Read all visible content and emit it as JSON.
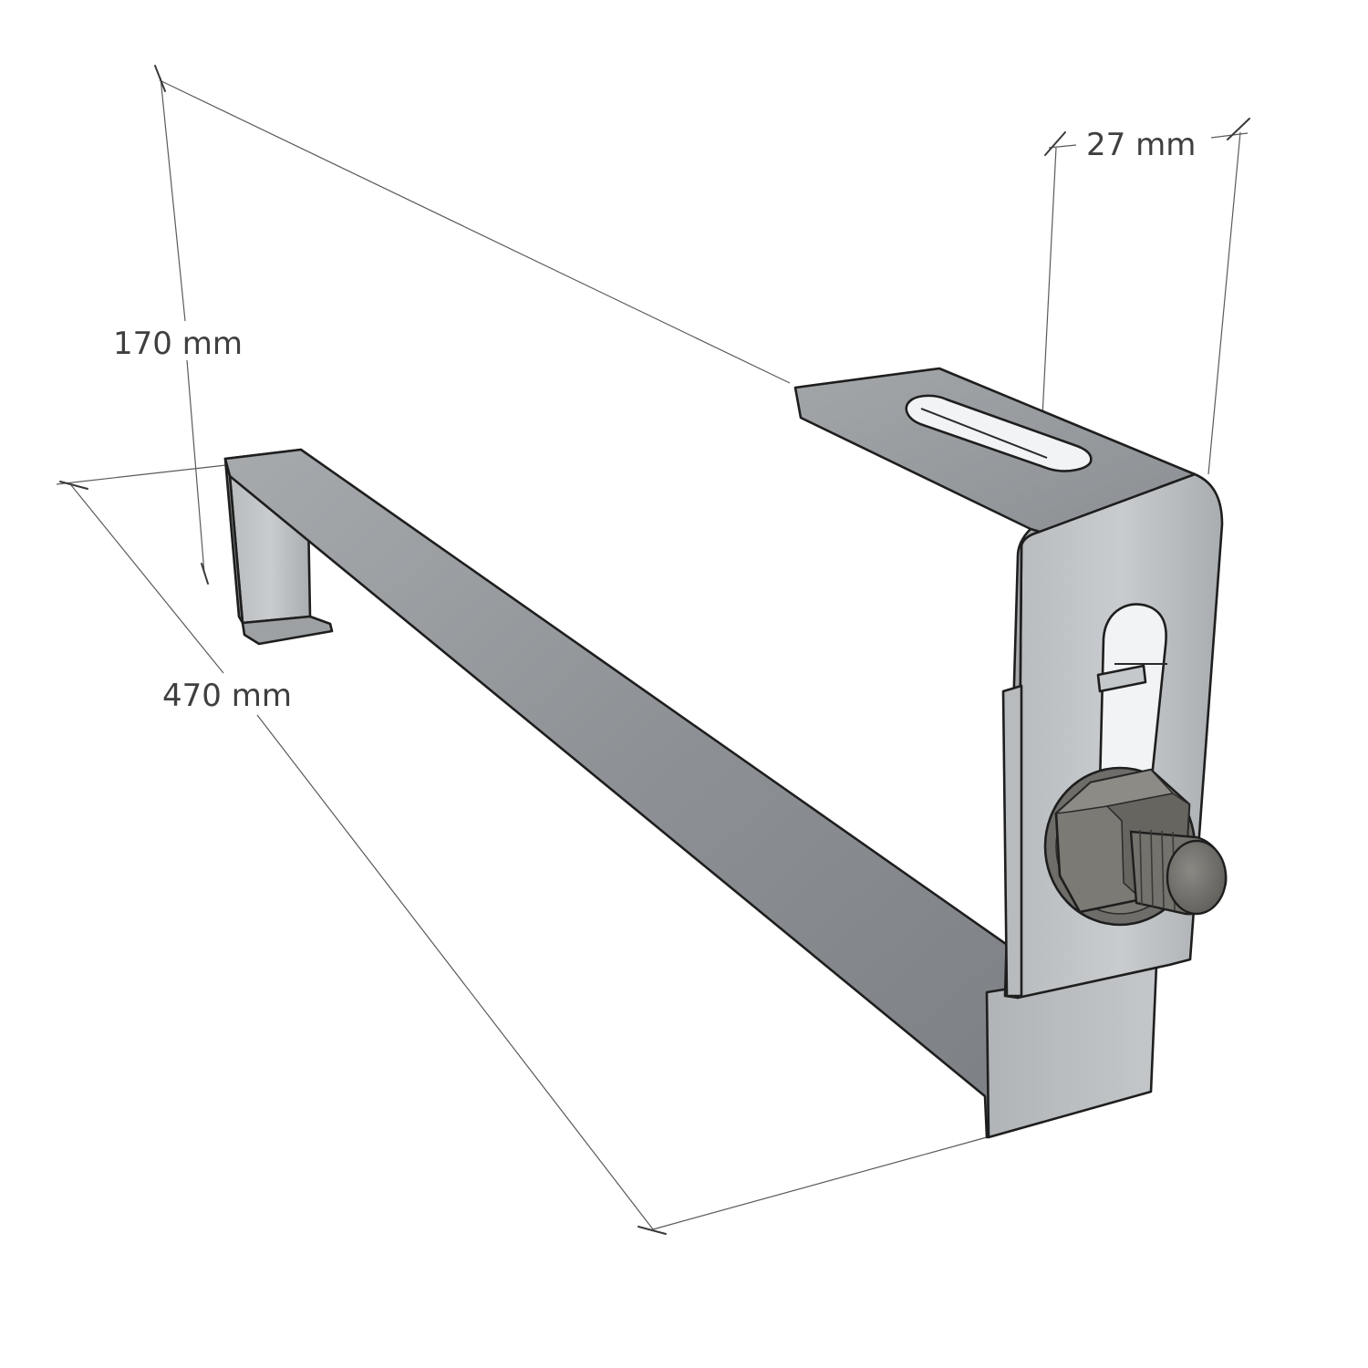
{
  "dimensions": {
    "height": "170 mm",
    "length": "470 mm",
    "width": "27 mm"
  },
  "colors": {
    "metal_light": "#b5b9bc",
    "metal_mid": "#9a9ea2",
    "metal_dark": "#7f8387",
    "bolt": "#6d6c67",
    "outline": "#1e1e1e",
    "dimension_text": "#3f3f3f"
  }
}
